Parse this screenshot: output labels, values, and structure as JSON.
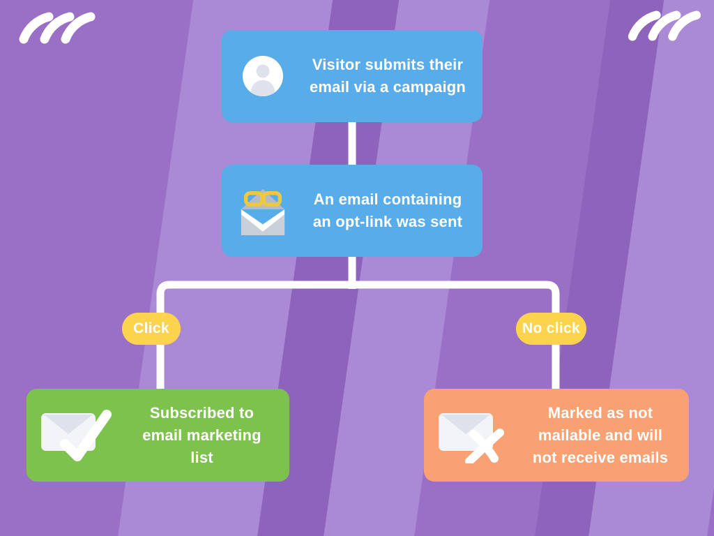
{
  "colors": {
    "background": "#9a70c6",
    "stripe_light": "#aa89d5",
    "stripe_dark": "#9168c0",
    "node_blue": "#58ace9",
    "node_green": "#7dc24d",
    "node_orange": "#f9a172",
    "pill_yellow": "#fcd34d",
    "connector_white": "#ffffff",
    "text_white": "#ffffff"
  },
  "logo": {
    "name": "three-stripes-logo"
  },
  "flow": {
    "start": {
      "label": "Visitor submits their email via a campaign",
      "icon": "person-icon"
    },
    "email_sent": {
      "label": "An email containing an opt-link was sent",
      "icon": "email-link-icon"
    },
    "branch_click": {
      "label": "Click"
    },
    "branch_no_click": {
      "label": "No click"
    },
    "outcome_subscribed": {
      "label": "Subscribed to email marketing list",
      "icon": "email-check-icon"
    },
    "outcome_not_mailable": {
      "label": "Marked as not mailable and will not receive emails",
      "icon": "email-x-icon"
    }
  }
}
